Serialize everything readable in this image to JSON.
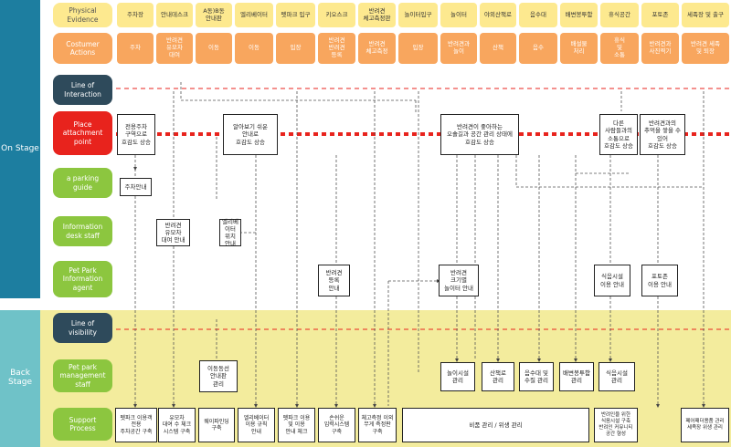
{
  "stages": {
    "on_stage": "On Stage",
    "back_stage": "Back Stage"
  },
  "row_labels": {
    "physical_evidence": "Physical\nEvidence",
    "customer_actions": "Costumer\nActions",
    "line_of_interaction": "Line of\nInteraction",
    "place_attachment": "Place\nattachment\npoint",
    "parking_guide": "a parking\nguide",
    "info_desk": "Information\ndesk staff",
    "info_agent": "Pet Park\nInformation\nagent",
    "line_of_visibility": "Line of\nvisibility",
    "mgmt_staff": "Pet park\nmanagement\nstaff",
    "support": "Support\nProcess"
  },
  "physical_evidence": [
    "주차장",
    "안내데스크",
    "A동)B동\n안내판",
    "엘리베이터",
    "펫파크 입구",
    "키오스크",
    "반려견\n체고측정판",
    "놀이터입구",
    "놀이터",
    "야외산책로",
    "음수대",
    "배변봉투함",
    "휴식공간",
    "포토존",
    "세족장 및 출구"
  ],
  "customer_actions": [
    "주차",
    "반려견\n유모차\n대여",
    "이동",
    "이동",
    "입장",
    "반려견\n반려견\n등록",
    "반려견\n체고측정",
    "입장",
    "반려견과\n놀이",
    "산책",
    "음수",
    "배설물\n처리",
    "휴식\n및\n소통",
    "반려견과\n사진찍기",
    "반려견 세족\n및 퇴장"
  ],
  "place_boxes": {
    "parking": "전용주차\n구역으로\n호감도 상승",
    "signage": "알아보기 쉬운\n안내로\n호감도 상승",
    "playground": "반려견이 좋아하는\n오솔길과 공간 관리 상태에\n호감도 상승",
    "rest": "다른\n사람들과의\n소통으로\n호감도 상승",
    "photo": "반려견과의\n추억을 쌓을 수\n있어\n호감도 상승"
  },
  "parking_guide": {
    "guide": "주차안내"
  },
  "info_desk": {
    "stroller": "반려견\n유모차\n대여 안내",
    "elevator": "엘리베이터\n위치\n안내"
  },
  "info_agent": {
    "registration": "반려견\n등록\n안내",
    "size": "반려견\n크기별\n놀이터 안내",
    "food": "식음시설\n이용 안내",
    "photozone": "포토존\n이용 안내"
  },
  "mgmt_staff": {
    "signage": "이동동선\n안내판\n관리",
    "play": "놀이시설\n관리",
    "trail": "산책로\n관리",
    "water": "음수대 및\n수질 관리",
    "waste": "배변봉투함\n관리",
    "food": "식음시설\n관리"
  },
  "support": {
    "parking": "펫파크 이용객\n전용\n주차공간 구축",
    "stroller": "유모차\n대여 수 체크\n시스템 구축",
    "signage": "웨이파인딩\n구축",
    "elevator": "엘리베이터\n이용 규칙\n안내",
    "entrance": "펫파크 이용\n및 이용\n안내 체크",
    "kiosk": "손쉬운\n입력시스템\n구축",
    "measure": "체고측정 이외\n무게 측정판\n구축",
    "hygiene": "비품 관리 / 위생 관리",
    "community": "반려인을 위한\n식음시설 구축\n반려인 커뮤니티\n공간 형성",
    "wash": "페어패더용품 관리\n세족장 위생 관리"
  },
  "colors": {
    "on_stage": "#1d7ea0",
    "back_stage": "#6fc2c8",
    "evidence_fill": "#fde98f",
    "action_fill": "#f8a65e",
    "label_dark": "#2e4a5b",
    "label_red": "#e8231d",
    "label_green": "#8cc63f",
    "line_red": "#e8231d",
    "backstage_band": "#f3ec9d"
  }
}
